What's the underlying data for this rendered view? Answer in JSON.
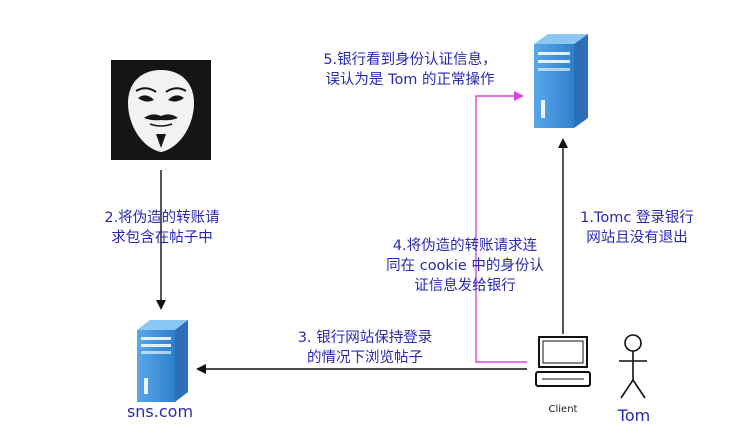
{
  "nodes": {
    "bank_server": {
      "icon": "server-icon"
    },
    "hacker": {
      "icon": "anonymous-mask-icon"
    },
    "sns_server": {
      "icon": "server-icon",
      "label": "sns.com"
    },
    "client": {
      "icon": "computer-icon",
      "label": "Client"
    },
    "tom": {
      "icon": "stick-figure-icon",
      "label": "Tom"
    }
  },
  "labels": {
    "step1": [
      "1.Tomc 登录银行",
      "网站且没有退出"
    ],
    "step2": [
      "2.将伪造的转账请",
      "求包含在帖子中"
    ],
    "step3": [
      "3. 银行网站保持登录",
      "的情况下浏览帖子"
    ],
    "step4": [
      "4.将伪造的转账请求连",
      "同在 cookie 中的身份认",
      "证信息发给银行"
    ],
    "step5": [
      "5.银行看到身份认证信息，",
      "误认为是 Tom 的正常操作"
    ]
  },
  "colors": {
    "text_blue": "#2a2ab0",
    "arrow_black": "#111111",
    "arrow_magenta": "#e040e0",
    "server_blue": "#3d8fd6"
  }
}
